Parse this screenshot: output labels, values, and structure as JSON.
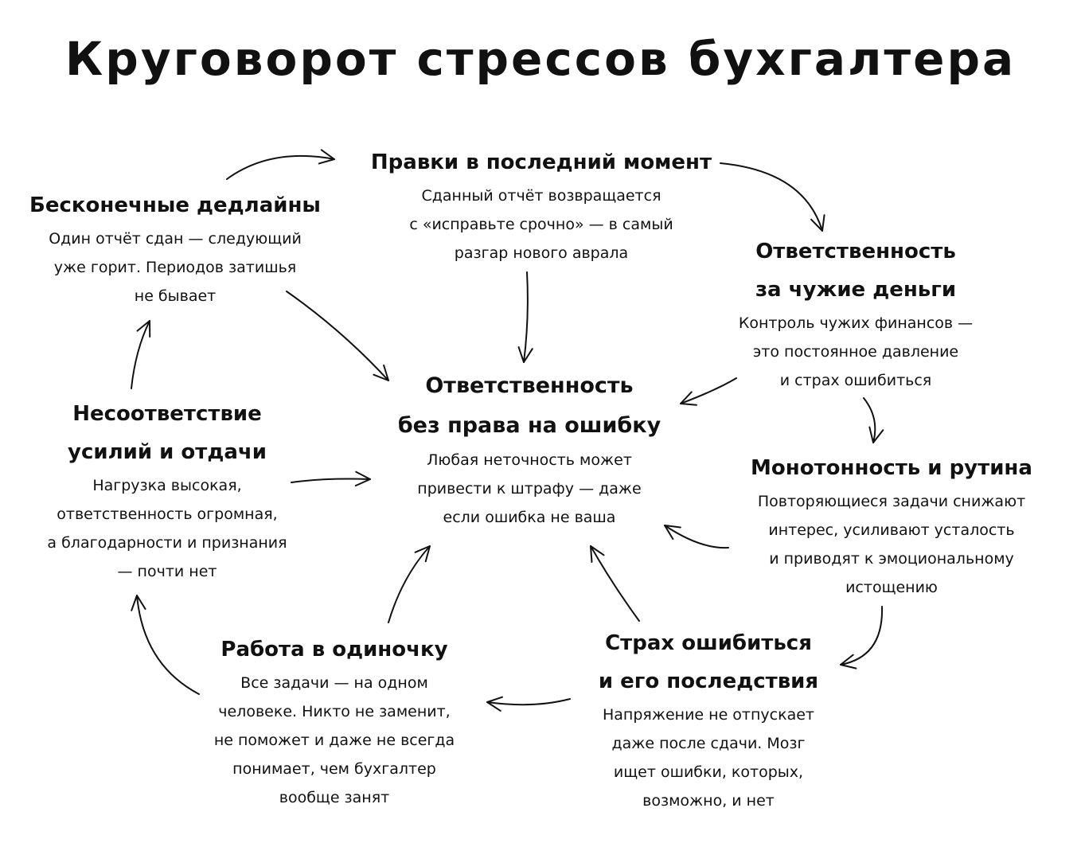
{
  "title": "Круговорот стрессов бухгалтера",
  "nodes": {
    "edits": {
      "title": "Правки в последний момент",
      "desc": [
        "Сданный отчёт возвращается",
        "с «исправьте срочно» — в самый",
        "разгар нового аврала"
      ]
    },
    "deadlines": {
      "title": "Бесконечные дедлайны",
      "desc": [
        "Один отчёт сдан — следующий",
        "уже горит. Периодов затишья",
        "не бывает"
      ]
    },
    "money": {
      "title": [
        "Ответственность",
        "за чужие деньги"
      ],
      "desc": [
        "Контроль чужих финансов —",
        "это постоянное давление",
        "и страх ошибиться"
      ]
    },
    "center": {
      "title": [
        "Ответственность",
        "без права на ошибку"
      ],
      "desc": [
        "Любая неточность может",
        "привести к штрафу — даже",
        "если ошибка не ваша"
      ]
    },
    "mismatch": {
      "title": [
        "Несоответствие",
        "усилий и отдачи"
      ],
      "desc": [
        "Нагрузка высокая,",
        "ответственность огромная,",
        "а благодарности и признания",
        "— почти нет"
      ]
    },
    "routine": {
      "title": "Монотонность и рутина",
      "desc": [
        "Повторяющиеся задачи снижают",
        "интерес, усиливают усталость",
        "и приводят к эмоциональному",
        "истощению"
      ]
    },
    "alone": {
      "title": "Работа в одиночку",
      "desc": [
        "Все задачи — на одном",
        "человеке. Никто не заменит,",
        "не поможет и даже не всегда",
        "понимает, чем бухгалтер",
        "вообще занят"
      ]
    },
    "fear": {
      "title": [
        "Страх ошибиться",
        "и его последствия"
      ],
      "desc": [
        "Напряжение не отпускает",
        "даже после сдачи. Мозг",
        "ищет ошибки, которых,",
        "возможно, и нет"
      ]
    }
  }
}
